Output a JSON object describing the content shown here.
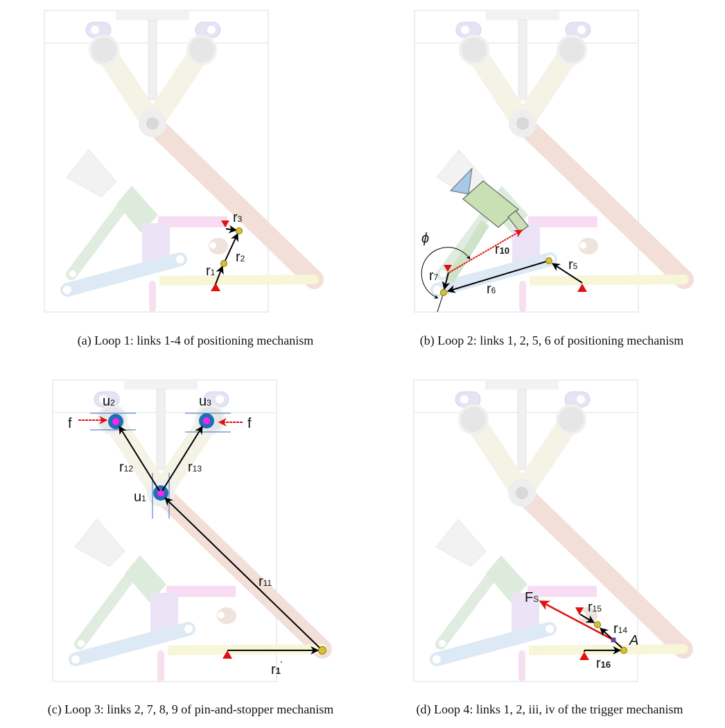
{
  "captions": {
    "a": "(a) Loop 1: links 1-4 of positioning mechanism",
    "b": "(b) Loop 2: links 1, 2, 5, 6 of positioning mechanism",
    "c": "(c) Loop 3: links 2, 7, 8, 9 of pin-and-stopper mechanism",
    "d": "(d) Loop 4: links 1, 2, iii, iv of the trigger mechanism"
  },
  "labels": {
    "a": {
      "r3": "r",
      "r3_sub": "3",
      "r2": "r",
      "r2_sub": "2",
      "r1": "r",
      "r1_sub": "1"
    },
    "b": {
      "phi": "ϕ",
      "r10": "r",
      "r10_sub": "10",
      "r7": "r",
      "r7_sub": "7",
      "r6": "r",
      "r6_sub": "6",
      "r5": "r",
      "r5_sub": "5"
    },
    "c": {
      "u2": "u",
      "u2_sub": "2",
      "u3": "u",
      "u3_sub": "3",
      "u1": "u",
      "u1_sub": "1",
      "f_left": "f",
      "f_right": "f",
      "r12": "r",
      "r12_sub": "12",
      "r13": "r",
      "r13_sub": "13",
      "r11": "r",
      "r11_sub": "11",
      "r1p": "r",
      "r1p_sub": "1",
      "r1p_prime": "'"
    },
    "d": {
      "fs": "F",
      "fs_sub": "S",
      "r15": "r",
      "r15_sub": "15",
      "r14": "r",
      "r14_sub": "14",
      "a": "A",
      "r16": "r",
      "r16_sub": "16"
    }
  },
  "colors": {
    "vector": "#000000",
    "force": "#e01010",
    "ground": "#e01010",
    "joint": "#d8c030",
    "bearing": "#1f6fb5",
    "bearing_center": "#ff22ee"
  }
}
